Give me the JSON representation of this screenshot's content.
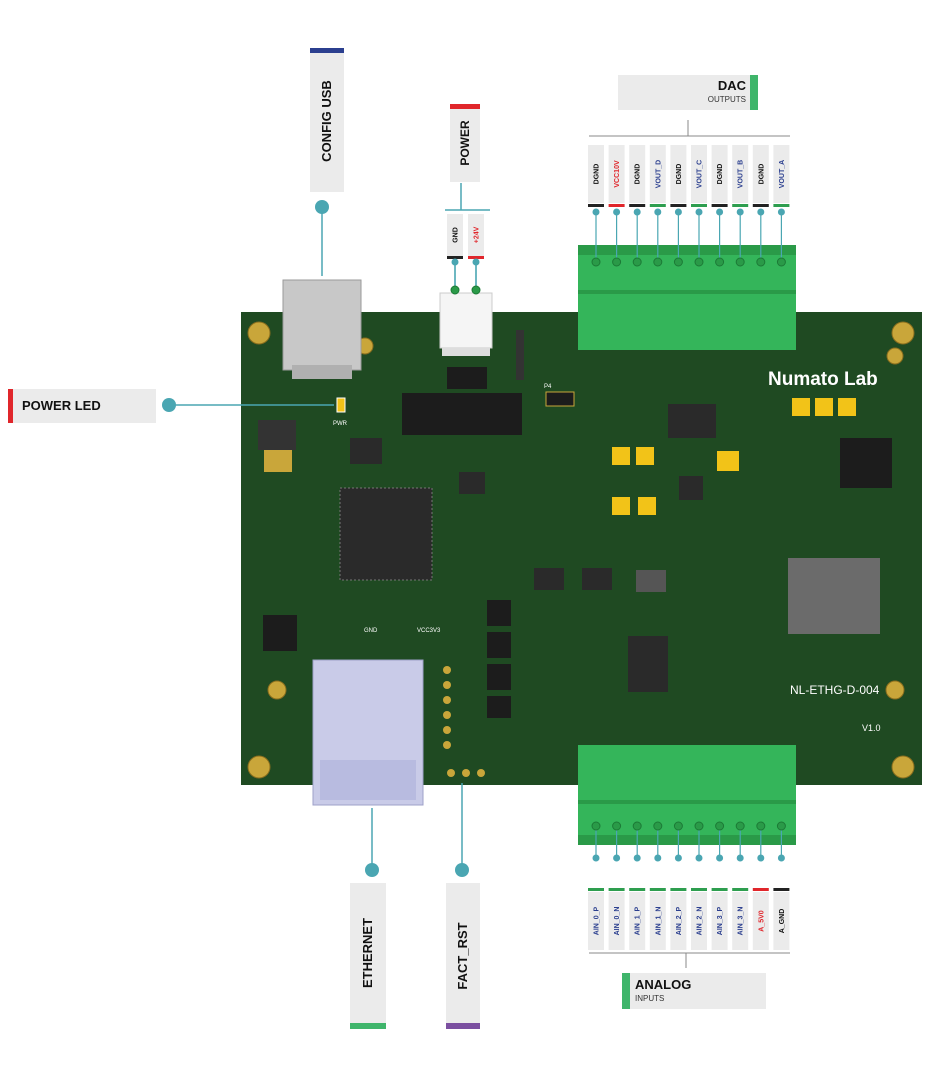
{
  "labels": {
    "config_usb": "CONFIG USB",
    "power": "POWER",
    "power_led": "POWER LED",
    "ethernet": "ETHERNET",
    "fact_rst": "FACT_RST",
    "dac_title": "DAC",
    "dac_sub": "OUTPUTS",
    "analog_title": "ANALOG",
    "analog_sub": "INPUTS"
  },
  "power_pins": [
    {
      "label": "GND",
      "color": "#222222"
    },
    {
      "label": "+24V",
      "color": "#e0262b"
    }
  ],
  "dac_pins": [
    {
      "label": "DGND",
      "color": "#222222"
    },
    {
      "label": "VCC10V",
      "color": "#e0262b"
    },
    {
      "label": "DGND",
      "color": "#222222"
    },
    {
      "label": "VOUT_D",
      "color": "#2e9e4f"
    },
    {
      "label": "DGND",
      "color": "#222222"
    },
    {
      "label": "VOUT_C",
      "color": "#2e9e4f"
    },
    {
      "label": "DGND",
      "color": "#222222"
    },
    {
      "label": "VOUT_B",
      "color": "#2e9e4f"
    },
    {
      "label": "DGND",
      "color": "#222222"
    },
    {
      "label": "VOUT_A",
      "color": "#2e9e4f"
    }
  ],
  "analog_pins": [
    {
      "label": "AIN_0_P",
      "color": "#2e9e4f"
    },
    {
      "label": "AIN_0_N",
      "color": "#2e9e4f"
    },
    {
      "label": "AIN_1_P",
      "color": "#2e9e4f"
    },
    {
      "label": "AIN_1_N",
      "color": "#2e9e4f"
    },
    {
      "label": "AIN_2_P",
      "color": "#2e9e4f"
    },
    {
      "label": "AIN_2_N",
      "color": "#2e9e4f"
    },
    {
      "label": "AIN_3_P",
      "color": "#2e9e4f"
    },
    {
      "label": "AIN_3_N",
      "color": "#2e9e4f"
    },
    {
      "label": "A_5V0",
      "color": "#e0262b"
    },
    {
      "label": "A_GND",
      "color": "#222222"
    }
  ],
  "board": {
    "brand": "Numato Lab",
    "model": "NL-ETHG-D-004",
    "version": "V1.0",
    "pwr_silk": "PWR",
    "gnd_silk": "GND",
    "vcc_silk": "VCC3V3",
    "jp_silk": "P4"
  },
  "colors": {
    "pcb": "#1f4a22",
    "terminal": "#34b55a",
    "leader": "#4aa6b2",
    "usb_accent": "#2b3f8f",
    "power_accent": "#e0262b",
    "led_accent": "#e0262b",
    "ethernet_accent": "#3fb56b",
    "fact_rst_accent": "#7b4fa0",
    "dac_accent": "#3fb56b",
    "analog_accent": "#3fb56b"
  }
}
